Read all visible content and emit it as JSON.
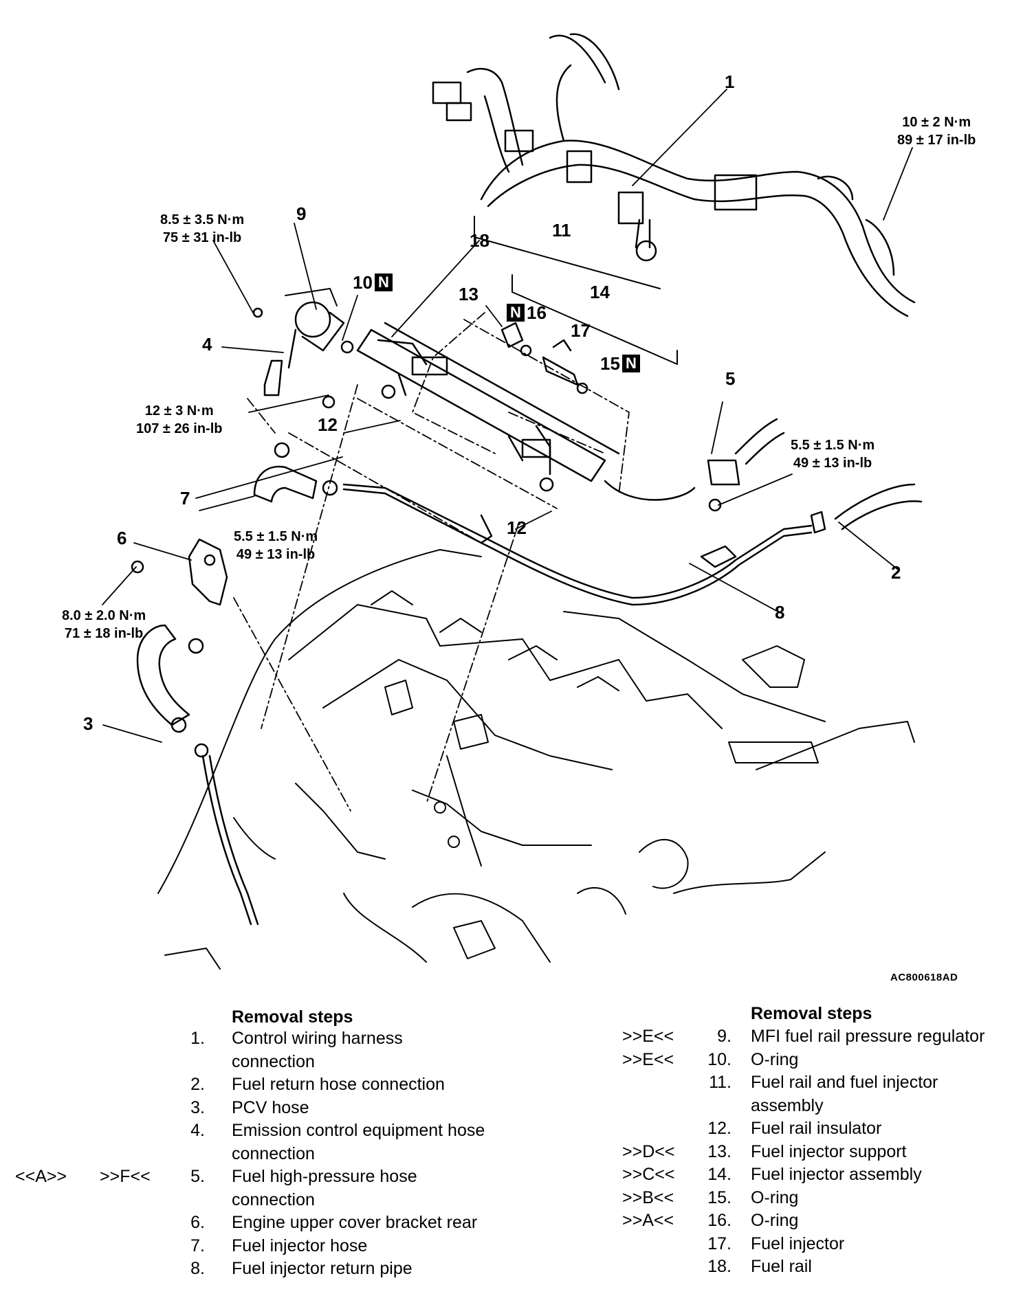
{
  "figure_id": "AC800618AD",
  "callouts": {
    "c1": "1",
    "c2": "2",
    "c3": "3",
    "c4": "4",
    "c5": "5",
    "c6": "6",
    "c7": "7",
    "c8": "8",
    "c9": "9",
    "c10": "10",
    "c11": "11",
    "c12a": "12",
    "c12b": "12",
    "c13": "13",
    "c14": "14",
    "c15": "15",
    "c16": "16",
    "c17": "17",
    "c18": "18",
    "n_mark": "N"
  },
  "torques": {
    "t1": [
      "10 ± 2 N·m",
      "89 ± 17 in-lb"
    ],
    "t2": [
      "8.5 ± 3.5 N·m",
      "75 ± 31 in-lb"
    ],
    "t3": [
      "12 ± 3 N·m",
      "107 ± 26 in-lb"
    ],
    "t4": [
      "5.5 ± 1.5 N·m",
      "49 ± 13 in-lb"
    ],
    "t5": [
      "5.5 ± 1.5 N·m",
      "49 ± 13 in-lb"
    ],
    "t6": [
      "8.0 ± 2.0 N·m",
      "71 ± 18 in-lb"
    ]
  },
  "left_list": {
    "title": "Removal steps",
    "steps": [
      {
        "num": "1.",
        "lines": [
          "Control wiring harness",
          "connection"
        ],
        "ref1": "",
        "ref2": ""
      },
      {
        "num": "2.",
        "lines": [
          "Fuel return hose connection"
        ],
        "ref1": "",
        "ref2": ""
      },
      {
        "num": "3.",
        "lines": [
          "PCV hose"
        ],
        "ref1": "",
        "ref2": ""
      },
      {
        "num": "4.",
        "lines": [
          "Emission control equipment hose",
          "connection"
        ],
        "ref1": "",
        "ref2": ""
      },
      {
        "num": "5.",
        "lines": [
          "Fuel high-pressure hose",
          "connection"
        ],
        "ref1": "<<A>>",
        "ref2": ">>F<<"
      },
      {
        "num": "6.",
        "lines": [
          "Engine upper cover bracket rear"
        ],
        "ref1": "",
        "ref2": ""
      },
      {
        "num": "7.",
        "lines": [
          "Fuel injector hose"
        ],
        "ref1": "",
        "ref2": ""
      },
      {
        "num": "8.",
        "lines": [
          "Fuel injector return pipe"
        ],
        "ref1": "",
        "ref2": ""
      }
    ]
  },
  "right_list": {
    "title": "Removal steps",
    "steps": [
      {
        "num": "9.",
        "lines": [
          "MFI fuel rail pressure regulator"
        ],
        "ref": ">>E<<"
      },
      {
        "num": "10.",
        "lines": [
          "O-ring"
        ],
        "ref": ">>E<<"
      },
      {
        "num": "11.",
        "lines": [
          "Fuel rail and fuel injector",
          "assembly"
        ],
        "ref": ""
      },
      {
        "num": "12.",
        "lines": [
          "Fuel rail insulator"
        ],
        "ref": ""
      },
      {
        "num": "13.",
        "lines": [
          "Fuel injector support"
        ],
        "ref": ">>D<<"
      },
      {
        "num": "14.",
        "lines": [
          "Fuel injector assembly"
        ],
        "ref": ">>C<<"
      },
      {
        "num": "15.",
        "lines": [
          "O-ring"
        ],
        "ref": ">>B<<"
      },
      {
        "num": "16.",
        "lines": [
          "O-ring"
        ],
        "ref": ">>A<<"
      },
      {
        "num": "17.",
        "lines": [
          "Fuel injector"
        ],
        "ref": ""
      },
      {
        "num": "18.",
        "lines": [
          "Fuel rail"
        ],
        "ref": ""
      }
    ]
  }
}
